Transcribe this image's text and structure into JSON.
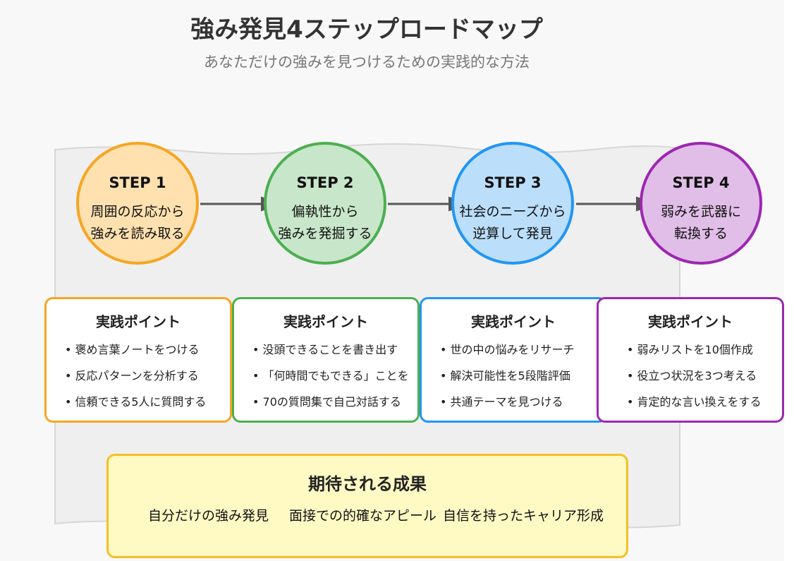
{
  "title": "強み発見4ステップロードマップ",
  "subtitle": "あなただけの強みを見つけるための実践的な方法",
  "steps": [
    {
      "label": "STEP 1",
      "line1": "周囲の反応から",
      "line2": "強みを読み取る",
      "fill": "#ffe1b0",
      "border": "#f5a623",
      "card": {
        "title": "実践ポイント",
        "items": [
          "• 褒め言葉ノートをつける",
          "• 反応パターンを分析する",
          "• 信頼できる5人に質問する"
        ]
      }
    },
    {
      "label": "STEP 2",
      "line1": "偏執性から",
      "line2": "強みを発掘する",
      "fill": "#c8e6c9",
      "border": "#4caf50",
      "card": {
        "title": "実践ポイント",
        "items": [
          "• 没頭できることを書き出す",
          "• 「何時間でもできる」ことを",
          "• 70の質問集で自己対話する"
        ]
      }
    },
    {
      "label": "STEP 3",
      "line1": "社会のニーズから",
      "line2": "逆算して発見",
      "fill": "#bbdefb",
      "border": "#2196f3",
      "card": {
        "title": "実践ポイント",
        "items": [
          "• 世の中の悩みをリサーチ",
          "• 解決可能性を5段階評価",
          "• 共通テーマを見つける"
        ]
      }
    },
    {
      "label": "STEP 4",
      "line1": "弱みを武器に",
      "line2": "転換する",
      "fill": "#e1bee7",
      "border": "#9c27b0",
      "card": {
        "title": "実践ポイント",
        "items": [
          "• 弱みリストを10個作成",
          "• 役立つ状況を3つ考える",
          "• 肯定的な言い換えをする"
        ]
      }
    }
  ],
  "outcome": {
    "title": "期待される成果",
    "items": [
      "自分だけの強み発見",
      "面接での的確なアピール",
      "自信を持ったキャリア形成"
    ]
  }
}
